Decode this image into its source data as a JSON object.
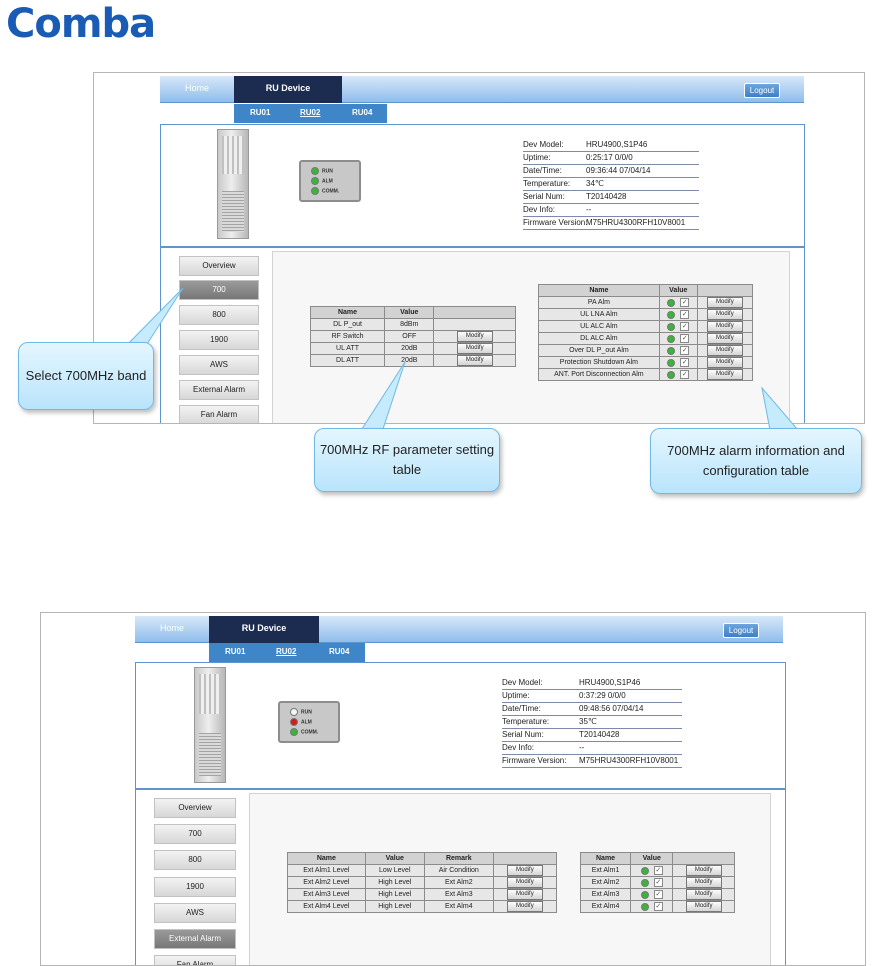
{
  "logo": {
    "text": "Comba"
  },
  "shot1": {
    "nav": {
      "home": "Home",
      "ru_device": "RU Device",
      "logout": "Logout"
    },
    "subnav": [
      "RU01",
      "RU02",
      "RU04"
    ],
    "leds": [
      {
        "label": "RUN",
        "color": "green"
      },
      {
        "label": "ALM",
        "color": "green"
      },
      {
        "label": "COMM.",
        "color": "green"
      }
    ],
    "info": [
      {
        "k": "Dev Model:",
        "v": "HRU4900,S1P46"
      },
      {
        "k": "Uptime:",
        "v": "0:25:17 0/0/0"
      },
      {
        "k": "Date/Time:",
        "v": "09:36:44 07/04/14"
      },
      {
        "k": "Temperature:",
        "v": "34℃"
      },
      {
        "k": "Serial Num:",
        "v": "T20140428"
      },
      {
        "k": "Dev Info:",
        "v": "--"
      },
      {
        "k": "Firmware Version:",
        "v": "M75HRU4300RFH10V8001"
      }
    ],
    "side": [
      "Overview",
      "700",
      "800",
      "1900",
      "AWS",
      "External Alarm",
      "Fan Alarm"
    ],
    "rf_table": {
      "headers": [
        "Name",
        "Value",
        ""
      ],
      "rows": [
        {
          "name": "DL P_out",
          "value": "8dBm",
          "btn": ""
        },
        {
          "name": "RF Switch",
          "value": "OFF",
          "btn": "Modify"
        },
        {
          "name": "UL ATT",
          "value": "20dB",
          "btn": "Modify"
        },
        {
          "name": "DL ATT",
          "value": "20dB",
          "btn": "Modify"
        }
      ]
    },
    "alarm_table": {
      "headers": [
        "Name",
        "Value",
        ""
      ],
      "rows": [
        {
          "name": "PA Alm",
          "btn": "Modify"
        },
        {
          "name": "UL LNA Alm",
          "btn": "Modify"
        },
        {
          "name": "UL ALC Alm",
          "btn": "Modify"
        },
        {
          "name": "DL ALC Alm",
          "btn": "Modify"
        },
        {
          "name": "Over DL P_out Alm",
          "btn": "Modify"
        },
        {
          "name": "Protection Shutdown Alm",
          "btn": "Modify"
        },
        {
          "name": "ANT. Port Disconnection Alm",
          "btn": "Modify"
        }
      ]
    },
    "callouts": {
      "band": "Select 700MHz band",
      "rf": "700MHz RF parameter setting table",
      "alarm": "700MHz alarm information and configuration table"
    }
  },
  "shot2": {
    "nav": {
      "home": "Home",
      "ru_device": "RU Device",
      "logout": "Logout"
    },
    "subnav": [
      "RU01",
      "RU02",
      "RU04"
    ],
    "leds": [
      {
        "label": "RUN",
        "color": "white"
      },
      {
        "label": "ALM",
        "color": "red"
      },
      {
        "label": "COMM.",
        "color": "green"
      }
    ],
    "info": [
      {
        "k": "Dev Model:",
        "v": "HRU4900,S1P46"
      },
      {
        "k": "Uptime:",
        "v": "0:37:29 0/0/0"
      },
      {
        "k": "Date/Time:",
        "v": "09:48:56 07/04/14"
      },
      {
        "k": "Temperature:",
        "v": "35℃"
      },
      {
        "k": "Serial Num:",
        "v": "T20140428"
      },
      {
        "k": "Dev Info:",
        "v": "--"
      },
      {
        "k": "Firmware Version:",
        "v": "M75HRU4300RFH10V8001"
      }
    ],
    "side": [
      "Overview",
      "700",
      "800",
      "1900",
      "AWS",
      "External Alarm",
      "Fan Alarm"
    ],
    "ext_table": {
      "headers": [
        "Name",
        "Value",
        "Remark",
        ""
      ],
      "rows": [
        {
          "name": "Ext Alm1 Level",
          "value": "Low Level",
          "remark": "Air Condition",
          "btn": "Modify"
        },
        {
          "name": "Ext Alm2 Level",
          "value": "High Level",
          "remark": "Ext Alm2",
          "btn": "Modify"
        },
        {
          "name": "Ext Alm3 Level",
          "value": "High Level",
          "remark": "Ext Alm3",
          "btn": "Modify"
        },
        {
          "name": "Ext Alm4 Level",
          "value": "High Level",
          "remark": "Ext Alm4",
          "btn": "Modify"
        }
      ]
    },
    "ext_alarm_table": {
      "headers": [
        "Name",
        "Value",
        ""
      ],
      "rows": [
        {
          "name": "Ext Alm1",
          "btn": "Modify"
        },
        {
          "name": "Ext Alm2",
          "btn": "Modify"
        },
        {
          "name": "Ext Alm3",
          "btn": "Modify"
        },
        {
          "name": "Ext Alm4",
          "btn": "Modify"
        }
      ]
    }
  }
}
